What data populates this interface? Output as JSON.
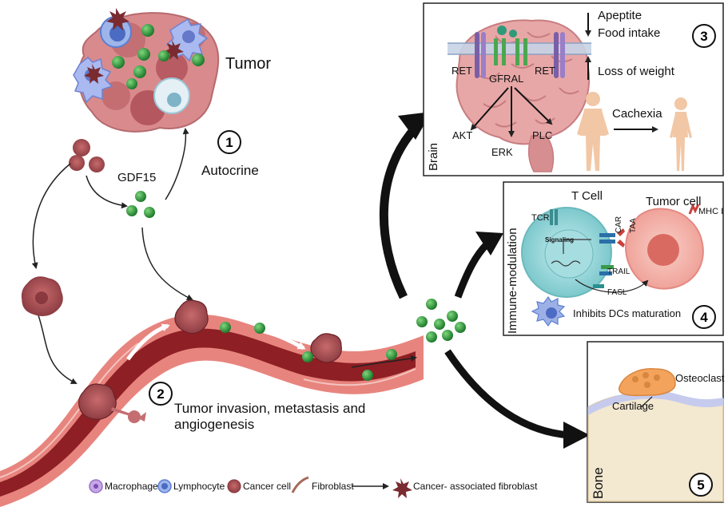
{
  "labels": {
    "tumor": "Tumor",
    "gdf15": "GDF15",
    "autocrine": "Autocrine",
    "invasion_line1": "Tumor invasion, metastasis and",
    "invasion_line2": "angiogenesis"
  },
  "steps": [
    "1",
    "2",
    "3",
    "4",
    "5"
  ],
  "brain_panel": {
    "side_label": "Brain",
    "ret_left": "RET",
    "ret_right": "RET",
    "gfral": "GFRAL",
    "akt": "AKT",
    "erk": "ERK",
    "plc": "PLC",
    "appetite": "Apeptite",
    "food_intake": "Food intake",
    "loss_weight": "Loss of weight",
    "cachexia": "Cachexia"
  },
  "immune_panel": {
    "side_label": "Immune-modulation",
    "t_cell": "T Cell",
    "tumor_cell": "Tumor cell",
    "tcr": "TCR",
    "car": "CAR",
    "taa": "TAA",
    "mhc": "MHC I",
    "signaling": "Signaling",
    "trail": "TRAIL",
    "fasl": "FASL",
    "dc": "Inhibits DCs maturation"
  },
  "bone_panel": {
    "side_label": "Bone",
    "osteoclast": "Osteoclast",
    "cartilage": "Cartilage"
  },
  "legend": {
    "macrophage": "Macrophage",
    "lymphocyte": "Lymphocyte",
    "cancer_cell": "Cancer cell",
    "fibroblast": "Fibroblast",
    "caf": "Cancer- associated fibroblast"
  },
  "colors": {
    "vessel_dark": "#8e1f24",
    "vessel_wall": "#e8847e",
    "gdf15_particle": "#2e9b3e",
    "cancer_cell": "#b35a5e",
    "lymphocyte": "#5a7fd1",
    "macrophage": "#9c6fc9",
    "caf": "#7a2b30",
    "tcell": "#8fd3d6",
    "tumor_cell_pink": "#f5b8b0",
    "brain_pink": "#e8a7a7",
    "bone_beige": "#f3e8d0",
    "osteoclast": "#f3a35b"
  }
}
